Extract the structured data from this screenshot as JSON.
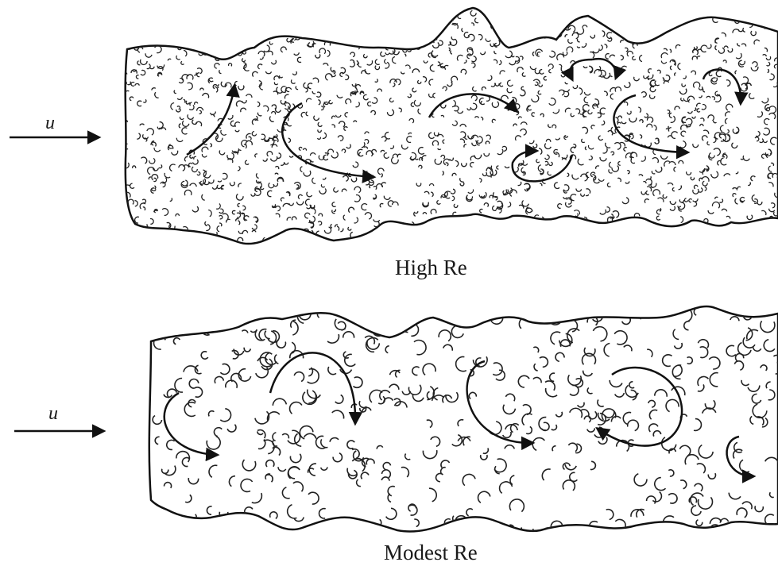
{
  "diagram": {
    "panels": [
      {
        "caption": "High Re",
        "flow_label": "u"
      },
      {
        "caption": "Modest Re",
        "flow_label": "u"
      }
    ]
  }
}
